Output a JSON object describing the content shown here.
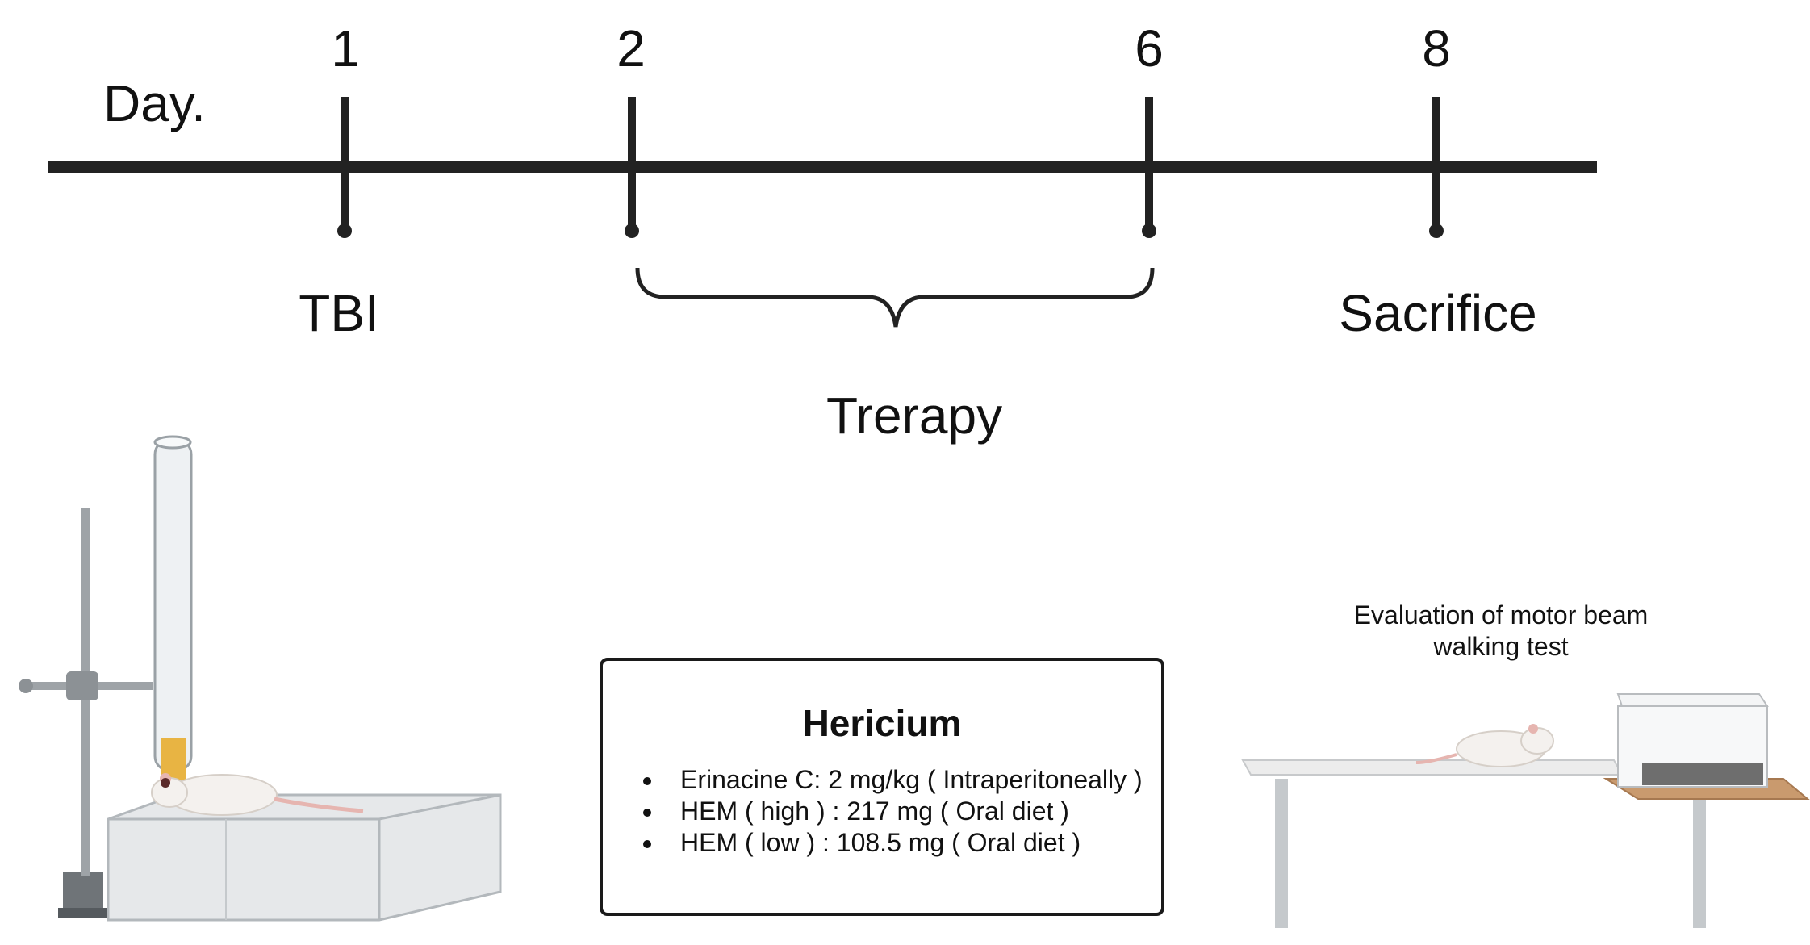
{
  "timeline": {
    "axis_label": "Day.",
    "days": [
      {
        "day": "1",
        "event": "TBI"
      },
      {
        "day": "2",
        "event": ""
      },
      {
        "day": "6",
        "event": ""
      },
      {
        "day": "8",
        "event": "Sacrifice"
      }
    ],
    "bracket_label": "Trerapy"
  },
  "treatment_box": {
    "title": "Hericium",
    "items": [
      "Erinacine C: 2 mg/kg ( Intraperitoneally )",
      "HEM ( high ) : 217 mg ( Oral diet )",
      "HEM ( low ) : 108.5 mg ( Oral diet )"
    ]
  },
  "beam_test": {
    "caption_line1": "Evaluation of motor beam",
    "caption_line2": "walking test"
  },
  "colors": {
    "timeline": "#222222",
    "glass": "#e6e8ea",
    "beam": "#ececec",
    "wood": "#c99a6e",
    "stopper": "#e8b443"
  }
}
